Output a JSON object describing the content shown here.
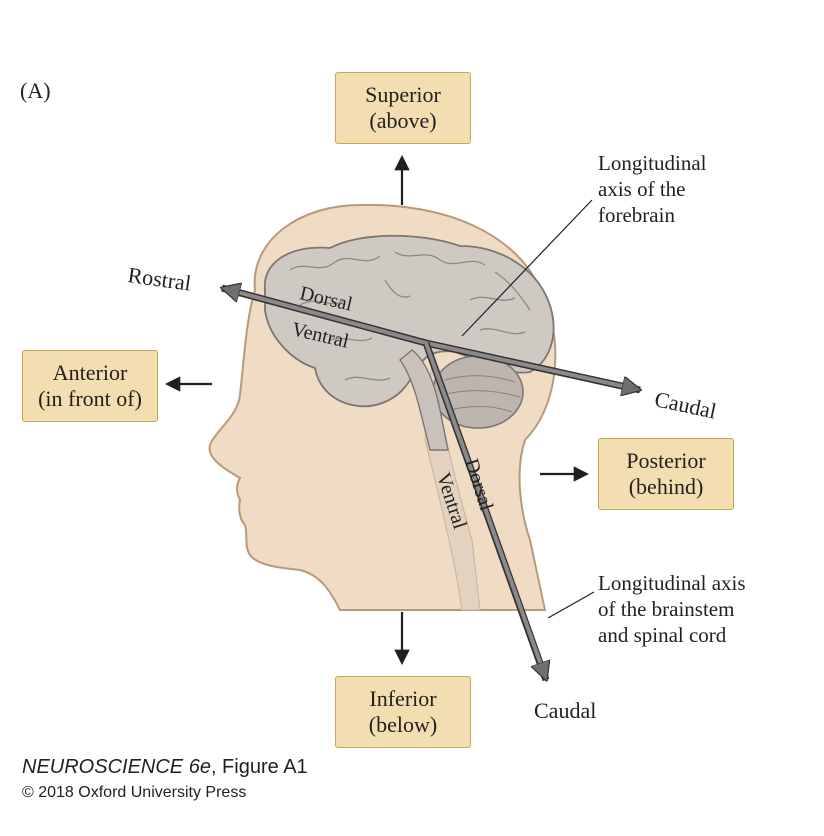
{
  "panel_label": "(A)",
  "directions": {
    "superior": {
      "title": "Superior",
      "sub": "(above)"
    },
    "anterior": {
      "title": "Anterior",
      "sub": "(in front of)"
    },
    "posterior": {
      "title": "Posterior",
      "sub": "(behind)"
    },
    "inferior": {
      "title": "Inferior",
      "sub": "(below)"
    }
  },
  "axes": {
    "forebrain": {
      "note": "Longitudinal\naxis of the\nforebrain",
      "rostral": "Rostral",
      "caudal": "Caudal",
      "dorsal": "Dorsal",
      "ventral": "Ventral"
    },
    "brainstem": {
      "note": "Longitudinal axis\nof the brainstem\nand spinal cord",
      "caudal": "Caudal",
      "dorsal": "Dorsal",
      "ventral": "Ventral"
    }
  },
  "credit": {
    "title": "NEUROSCIENCE 6e",
    "figure": ", Figure A1",
    "copyright": "© 2018 Oxford University Press"
  },
  "colors": {
    "box_fill": "#f2deb0",
    "box_border": "#c9a45a",
    "skin": "#f0dcc4",
    "brain": "#cfc9c4",
    "cerebellum": "#bdb6b0",
    "axis_arrow": "#7a7a7a"
  }
}
